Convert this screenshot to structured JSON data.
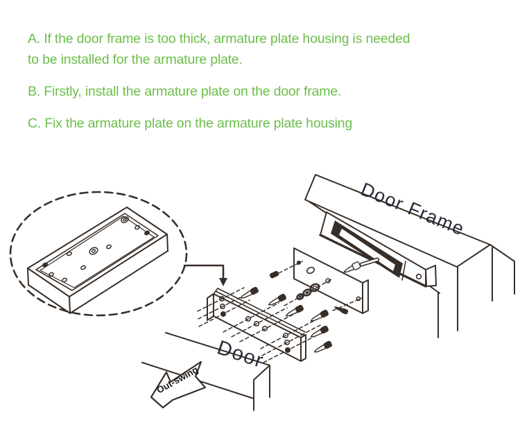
{
  "instructions": {
    "step_a_line1": "A. If the door frame is too thick, armature plate housing is needed",
    "step_a_line2": "to be installed for the armature plate.",
    "step_b": "B. Firstly, install the armature plate on the door frame.",
    "step_c": "C. Fix the armature plate on the armature plate housing"
  },
  "diagram": {
    "labels": {
      "door_frame": "Door Frame",
      "door": "Door",
      "out_swing": "Out-swing"
    }
  },
  "colors": {
    "instruction_green": "#6cbe4a",
    "line_ink": "#382e28",
    "label_ink": "#262b38"
  }
}
